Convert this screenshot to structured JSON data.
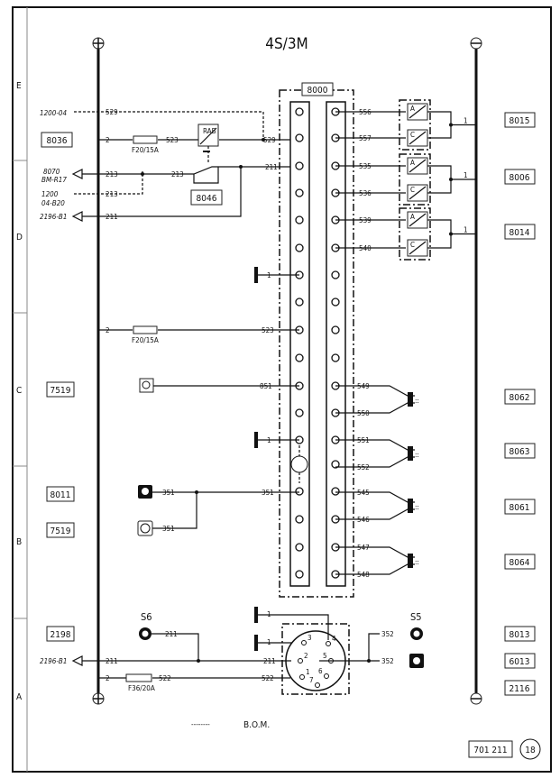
{
  "title": "4S/3M",
  "zones": [
    "E",
    "D",
    "C",
    "B",
    "A"
  ],
  "connector": "8000",
  "left_refs": {
    "r8036": "8036",
    "r8046": "8046",
    "r7519a": "7519",
    "r8011": "8011",
    "r7519b": "7519",
    "r2198": "2198"
  },
  "right_refs": [
    "8015",
    "8006",
    "8014",
    "8062",
    "8063",
    "8061",
    "8064",
    "8013",
    "6013",
    "2116"
  ],
  "ext": {
    "e1": "1200-04",
    "e2a": "8070",
    "e2b": "BM-R17",
    "e3a": "1200",
    "e3b": "04-B20",
    "e4": "2196-B1",
    "e5": "2196-B1"
  },
  "wires": {
    "w529a": "529",
    "w2a": "2",
    "w523a": "523",
    "w529b": "529",
    "w213a": "213",
    "w213b": "213",
    "w213c": "213",
    "w211a": "211",
    "w211b": "211",
    "w1a": "1",
    "w2b": "2",
    "w523b": "523",
    "w851": "851",
    "w1b": "1",
    "w351a": "351",
    "w351b": "351",
    "w351c": "351",
    "w211c": "211",
    "w211d": "211",
    "w211e": "211",
    "w2c": "2",
    "w522a": "522",
    "w522b": "522",
    "w1c": "1",
    "w1d": "1",
    "w352a": "352",
    "w352b": "352"
  },
  "relay_wires": [
    "556",
    "557",
    "535",
    "536",
    "539",
    "540"
  ],
  "relay_letters": [
    "A",
    "C",
    "A",
    "C",
    "A",
    "C"
  ],
  "relay_common": "1",
  "diag_wires": [
    "549",
    "550",
    "551",
    "552",
    "545",
    "546",
    "547",
    "548"
  ],
  "fuses": {
    "f1": "F20/15A",
    "f2": "F20/15A",
    "f3": "F36/20A"
  },
  "relay_8046_label": "RAB",
  "speakers": {
    "s6": "S6",
    "s5": "S5"
  },
  "round_pins": [
    "1",
    "2",
    "3",
    "4",
    "5",
    "6",
    "7"
  ],
  "legend": {
    "line": "--------",
    "text": "B.O.M."
  },
  "footer": {
    "code": "701 211",
    "page": "18"
  }
}
